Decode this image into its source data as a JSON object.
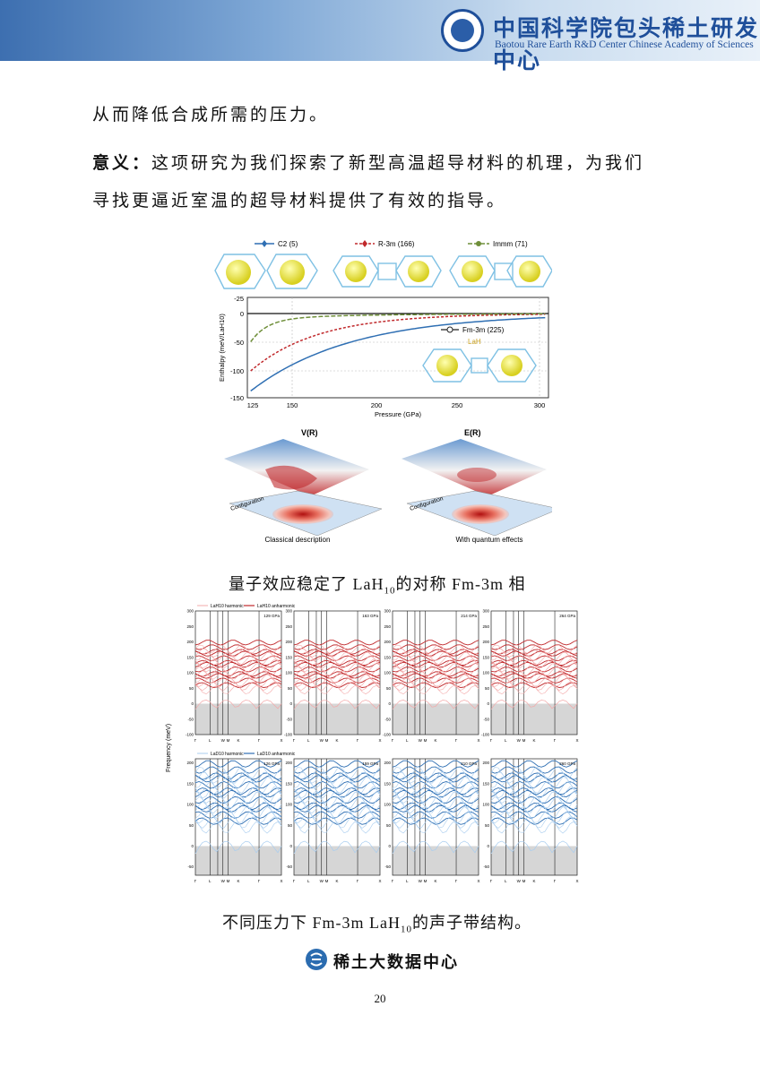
{
  "header": {
    "org_cn": "中国科学院包头稀土研发中心",
    "org_en": "Baotou Rare Earth R&D Center Chinese Academy of Sciences",
    "brand_color": "#1f4f9a"
  },
  "body": {
    "line1": "从而降低合成所需的压力。",
    "meaning_label": "意义：",
    "meaning_text": "这项研究为我们探索了新型高温超导材料的机理，为我们",
    "line3": "寻找更逼近室温的超导材料提供了有效的指导。"
  },
  "figure1": {
    "legend": [
      "C2 (5)",
      "R-3m (166)",
      "Immm (71)",
      "Fm-3m (225)"
    ],
    "lah_label": "LaH",
    "ylabel": "Enthalpy (meV/LaH10)",
    "xlabel": "Pressure (GPa)",
    "x_ticks": [
      "125",
      "150",
      "200",
      "250",
      "300"
    ],
    "y_ticks": [
      "-25",
      "0",
      "-50",
      "-100",
      "-150"
    ],
    "surface_left_title": "V(R)",
    "surface_right_title": "E(R)",
    "config_label": "Configuration",
    "caption_left": "Classical description",
    "caption_right": "With quantum effects"
  },
  "caption1": {
    "pre": "量子效应稳定了 LaH",
    "sub": "10",
    "post": "的对称 Fm-3m 相"
  },
  "figure2": {
    "top_legend": [
      "LaH10 harmonic",
      "LaH10 anharmonic"
    ],
    "bottom_legend": [
      "LaD10 harmonic",
      "LaD10 anharmonic"
    ],
    "ylabel": "Frequency (meV)",
    "top_pressures": [
      "129 GPa",
      "163 GPa",
      "214 GPa",
      "264 GPa"
    ],
    "bottom_pressures": [
      "126 GPa",
      "159 GPa",
      "210 GPa",
      "260 GPa"
    ],
    "kpath": [
      "Γ",
      "L",
      "W",
      "M",
      "K",
      "Γ",
      "X"
    ],
    "top_yticks": [
      "300",
      "250",
      "200",
      "150",
      "100",
      "50",
      "0",
      "-50",
      "-100"
    ],
    "bottom_yticks": [
      "200",
      "150",
      "100",
      "50",
      "0",
      "-50"
    ],
    "red": "#c0282b",
    "blue": "#2f6fb3"
  },
  "caption2": {
    "pre": "不同压力下 Fm-3m LaH",
    "sub": "10",
    "post": "的声子带结构。"
  },
  "footer": {
    "text": "稀土大数据中心",
    "page": "20"
  }
}
